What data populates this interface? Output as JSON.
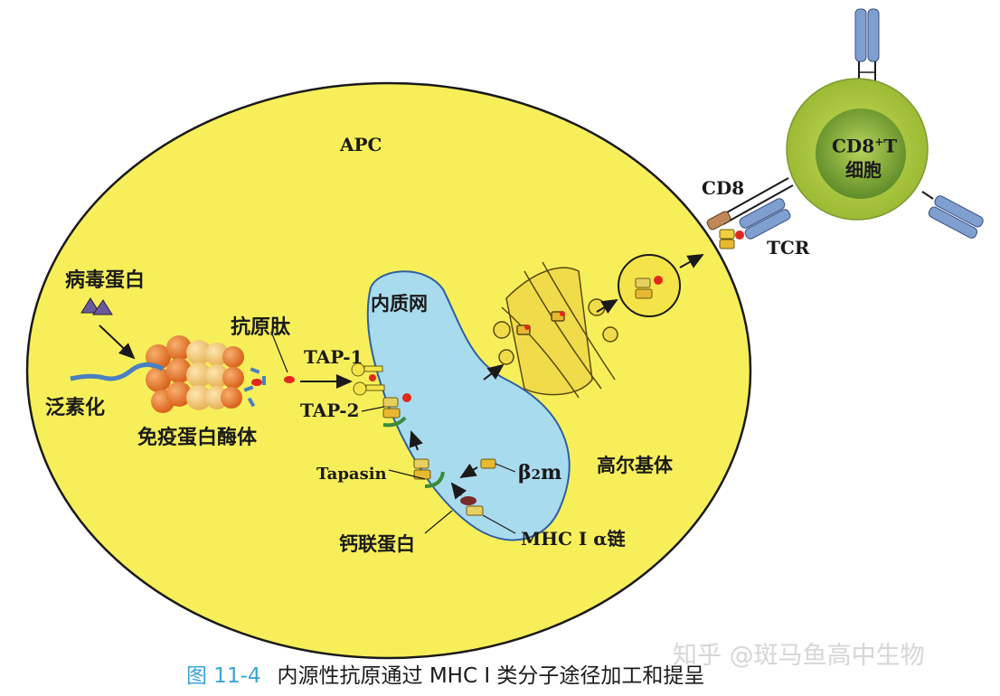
{
  "figure": {
    "caption_number": "图 11-4",
    "caption_text": "内源性抗原通过 MHC Ⅰ 类分子途径加工和提呈",
    "watermark": "知乎 @斑马鱼高中生物"
  },
  "labels": {
    "apc": "APC",
    "viral_protein": "病毒蛋白",
    "ubiquitination": "泛素化",
    "immunoproteasome": "免疫蛋白酶体",
    "antigen_peptide": "抗原肽",
    "tap1": "TAP-1",
    "tap2": "TAP-2",
    "er": "内质网",
    "tapasin": "Tapasin",
    "b2m_beta": "β",
    "b2m_sub": "2",
    "b2m_m": "m",
    "calnexin": "钙联蛋白",
    "mhc_alpha": "MHC Ⅰ α链",
    "golgi": "高尔基体",
    "cd8": "CD8",
    "tcr": "TCR",
    "tcell_line1": "CD8",
    "tcell_sup": "+",
    "tcell_T": "T",
    "tcell_line2": "细胞"
  },
  "colors": {
    "apc_fill": "#f7ef5a",
    "er_fill": "#a9dbef",
    "er_stroke": "#2f5fa0",
    "golgi_fill": "#f0dc4a",
    "tcell_outer": "#a8c43a",
    "tcell_inner": "#7aa030",
    "receptor_blue": "#7f9fd0",
    "proteasome_orange": "#e8822a",
    "proteasome_light": "#f2c070",
    "peptide_red": "#e2281c",
    "viral_purple": "#6a5a9a",
    "caption_blue": "#3aa4d4"
  }
}
